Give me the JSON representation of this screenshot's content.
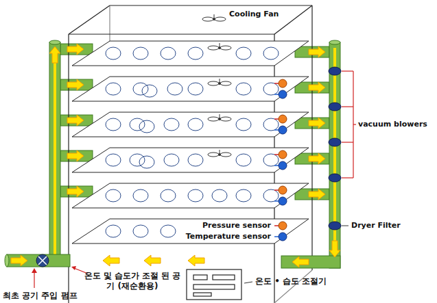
{
  "diagram": {
    "labels": [
      "Cooling Fan",
      "vacuum blowers",
      "Pressure sensor",
      "Temperature sensor",
      "Dryer Filter",
      "온도 및 습도가 조절 된 공기 (재순환용)",
      "온도 • 습도 조절기",
      "최초 공기 주입 펌프"
    ]
  }
}
